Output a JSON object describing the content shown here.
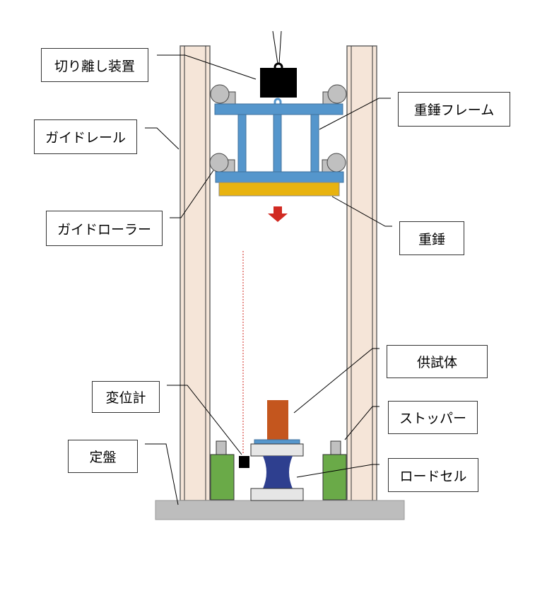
{
  "labels": {
    "release_device": "切り離し装置",
    "guide_rail": "ガイドレール",
    "guide_roller": "ガイドローラー",
    "weight_frame": "重錘フレーム",
    "weight": "重錘",
    "specimen": "供試体",
    "displacement_gauge": "変位計",
    "stopper": "ストッパー",
    "base_plate": "定盤",
    "load_cell": "ロードセル"
  },
  "colors": {
    "rail": "#f5e5d8",
    "frame": "#5596cc",
    "weight": "#e8b310",
    "specimen": "#c4561e",
    "load_cell": "#2e3f8f",
    "stopper": "#6aaa48",
    "base": "#bdbdbd",
    "arrow": "#d12a22"
  }
}
